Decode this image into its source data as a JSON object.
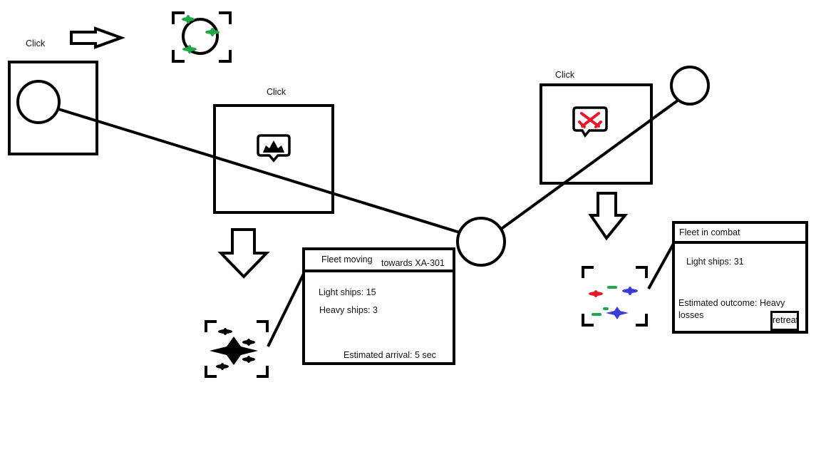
{
  "step1": {
    "click_label": "Click"
  },
  "step2": {
    "click_label": "Click"
  },
  "step3": {
    "click_label": "Click"
  },
  "fleet_moving": {
    "title": "Fleet moving",
    "destination": "towards XA-301",
    "light_ships": "Light ships: 15",
    "heavy_ships": "Heavy ships: 3",
    "arrival": "Estimated arrival: 5 sec"
  },
  "fleet_combat": {
    "title": "Fleet in combat",
    "light_ships": "Light ships: 31",
    "outcome": "Estimated outcome: Heavy losses",
    "retreat_label": "retreat"
  },
  "colors": {
    "stroke": "#000000",
    "friendly": "#22a64a",
    "enemy": "#e21b2b",
    "allied": "#3a3ccf"
  }
}
